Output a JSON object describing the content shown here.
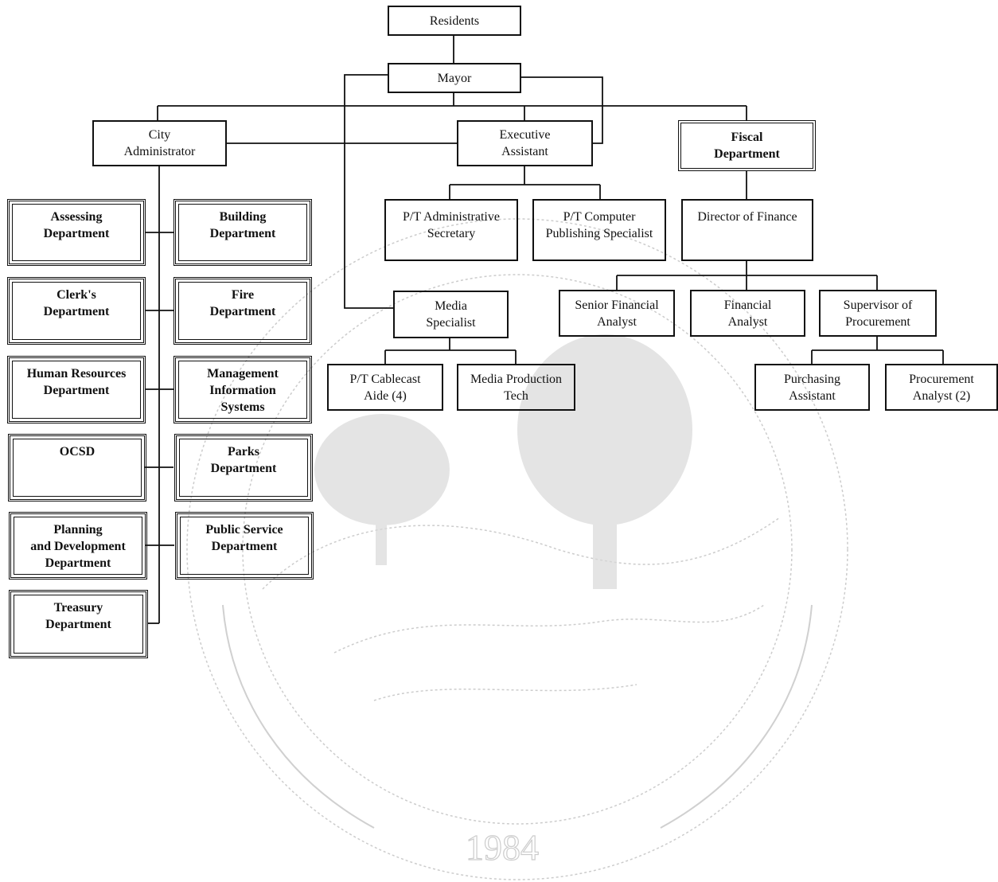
{
  "colors": {
    "line": "#111111",
    "watermark": "#c8c8c8",
    "background": "#ffffff"
  },
  "watermark": {
    "year": "1984",
    "kind": "city-seal"
  },
  "nodes": {
    "residents": "Residents",
    "mayor": "Mayor",
    "city_administrator": "City\nAdministrator",
    "executive_assistant": "Executive\nAssistant",
    "fiscal_department": "Fiscal\nDepartment",
    "pt_admin_secretary": "P/T Administrative\nSecretary",
    "pt_computer_publishing": "P/T Computer\nPublishing Specialist",
    "director_of_finance": "Director of Finance",
    "media_specialist": "Media\nSpecialist",
    "senior_financial_analyst": "Senior Financial\nAnalyst",
    "financial_analyst": "Financial\nAnalyst",
    "supervisor_of_procurement": "Supervisor of\nProcurement",
    "pt_cablecast_aide": "P/T Cablecast\nAide (4)",
    "media_production_tech": "Media Production\nTech",
    "purchasing_assistant": "Purchasing\nAssistant",
    "procurement_analyst": "Procurement\nAnalyst (2)",
    "assessing_department": "Assessing\nDepartment",
    "building_department": "Building\nDepartment",
    "clerks_department": "Clerk's\nDepartment",
    "fire_department": "Fire\nDepartment",
    "human_resources_department": "Human Resources\nDepartment",
    "management_information_systems": "Management\nInformation\nSystems",
    "ocsd": "OCSD",
    "parks_department": "Parks\nDepartment",
    "planning_and_development_department": "Planning\nand Development\nDepartment",
    "public_service_department": "Public Service\nDepartment",
    "treasury_department": "Treasury\nDepartment"
  }
}
